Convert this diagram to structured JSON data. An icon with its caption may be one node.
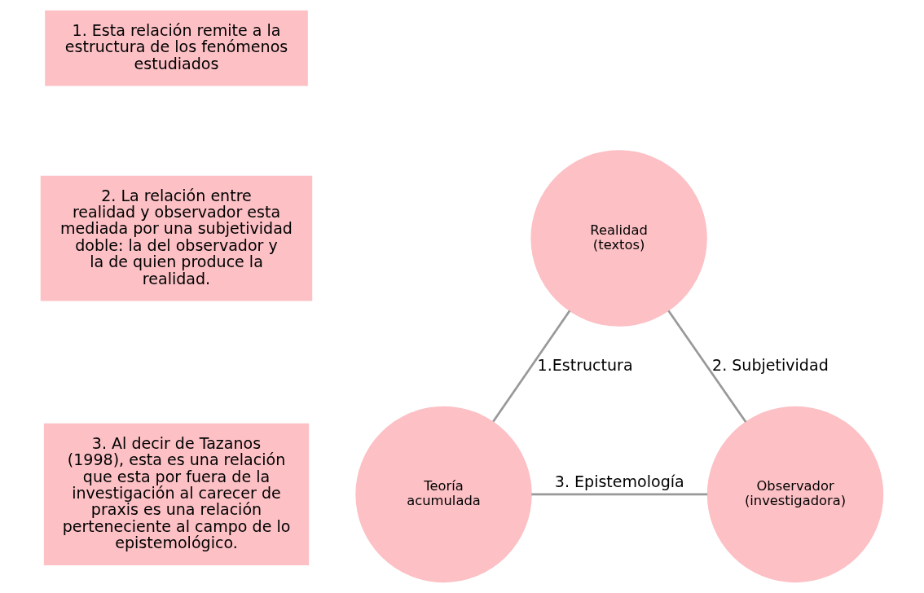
{
  "diagram": {
    "nodes": [
      {
        "text": [
          "1. Esta relación remite a la estructura de los fenómenos estudiados"
        ]
      },
      {
        "text": [
          "2. La relación entre realidad y observador esta mediada por una subjetividad doble: la del observador y la de quien produce la realidad."
        ]
      },
      {
        "text": [
          "3. Al decir de Tazanos (1998), esta es una relación que esta por fuera de la investigación al carecer de praxis es una relación perteneciente al campo de lo epistemológico."
        ]
      },
      {
        "text": [
          "Realidad (textos)"
        ]
      },
      {
        "text": [
          "Teoría acumulada"
        ]
      },
      {
        "text": [
          "Observador (investigadora)"
        ]
      }
    ],
    "edges": [
      {
        "from": 3,
        "to": 4,
        "arrow": "none",
        "label": "1.Estructura"
      },
      {
        "from": 3,
        "to": 5,
        "arrow": "none",
        "label": "2. Subjetividad"
      },
      {
        "from": 4,
        "to": 5,
        "arrow": "none",
        "label": "3. Epistemología"
      }
    ]
  }
}
